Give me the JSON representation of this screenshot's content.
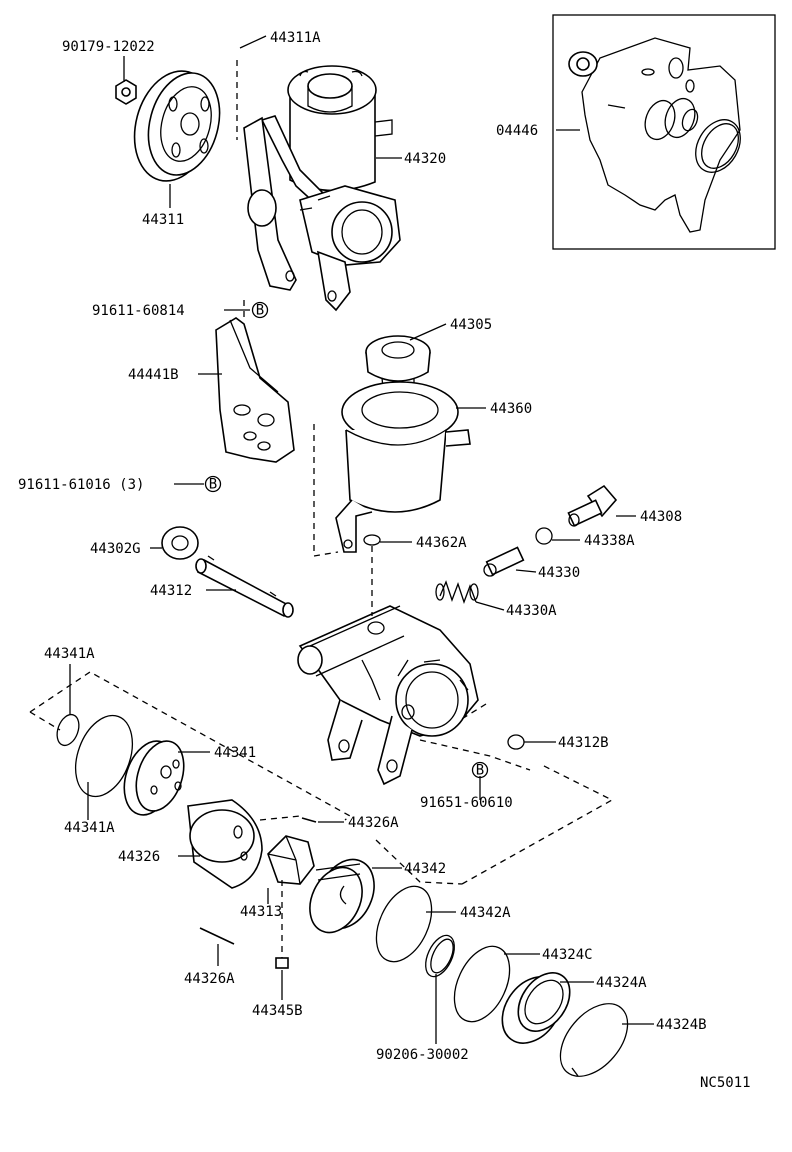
{
  "diagram": {
    "code": "NC5011",
    "labels": {
      "p90179_12022": "90179-12022",
      "p44311A": "44311A",
      "p44311": "44311",
      "p44320": "44320",
      "p04446": "04446",
      "p91611_60814": "91611-60814",
      "p44441B": "44441B",
      "p91611_61016": "91611-61016 (3)",
      "p44305": "44305",
      "p44360": "44360",
      "p44308": "44308",
      "p44302G": "44302G",
      "p44362A": "44362A",
      "p44338A": "44338A",
      "p44330": "44330",
      "p44312": "44312",
      "p44330A": "44330A",
      "p44341A_top": "44341A",
      "p44341": "44341",
      "p44312B": "44312B",
      "p44341A_bot": "44341A",
      "p91651_60610": "91651-60610",
      "p44326A_top": "44326A",
      "p44326": "44326",
      "p44342": "44342",
      "p44313": "44313",
      "p44342A": "44342A",
      "p44324C": "44324C",
      "p44326A_bot": "44326A",
      "p44324A": "44324A",
      "p44345B": "44345B",
      "p44324B": "44324B",
      "p90206_30002": "90206-30002"
    },
    "bolt_markers": {
      "b1": "B",
      "b2": "B",
      "b3": "B"
    }
  }
}
